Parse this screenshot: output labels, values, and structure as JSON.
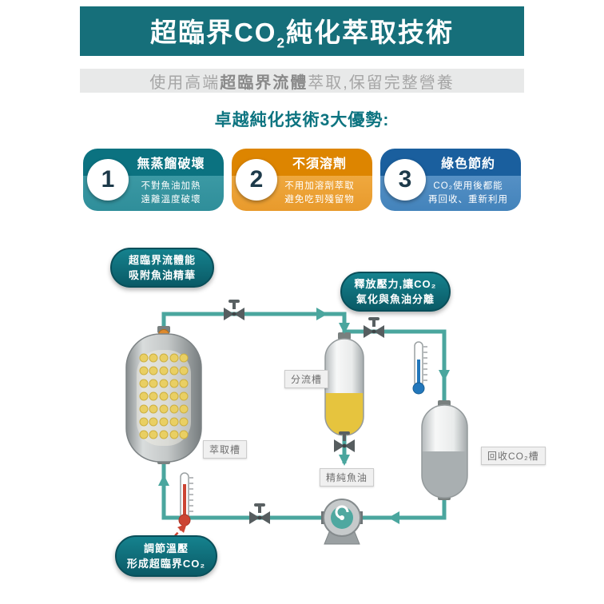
{
  "header": {
    "title_pre": "超臨界CO",
    "title_sub": "2",
    "title_post": "純化萃取技術"
  },
  "subtitle": {
    "lead": "使用高端",
    "em": "超臨界流體",
    "tail": "萃取,保留完整營養"
  },
  "section": {
    "title": "卓越純化技術3大優勢:"
  },
  "advantages": [
    {
      "number": "1",
      "title": "無蒸餾破壞",
      "line1": "不對魚油加熱",
      "line2": "遠離溫度破壞"
    },
    {
      "number": "2",
      "title": "不須溶劑",
      "line1": "不用加溶劑萃取",
      "line2": "避免吃到殘留物"
    },
    {
      "number": "3",
      "title": "綠色節約",
      "line1": "CO₂使用後都能",
      "line2": "再回收、重新利用"
    }
  ],
  "diagram": {
    "callout_absorb": {
      "line1": "超臨界流體能",
      "line2": "吸附魚油精華"
    },
    "callout_release": {
      "line1": "釋放壓力,讓CO₂",
      "line2": "氣化與魚油分離"
    },
    "callout_adjust": {
      "line1": "調節溫壓",
      "line2": "形成超臨界CO₂"
    },
    "labels": {
      "extraction_tank": "萃取槽",
      "split_tank": "分流槽",
      "pure_fish_oil": "精純魚油",
      "recovery_tank": "回收CO₂槽"
    }
  },
  "colors": {
    "header_teal": "#166f7a",
    "subtitle_bg": "#e8e9e9",
    "accent_teal": "#0d7480",
    "card1_header": "#0b7280",
    "card1_body": "#3b99a4",
    "card2_header": "#dd8500",
    "card2_body": "#eea63c",
    "card3_header": "#1a5f9e",
    "card3_body": "#5590c5",
    "pipe_teal": "#4aa69e",
    "oil_yellow": "#e6c43e",
    "thermo_red": "#cc4433",
    "thermo_blue": "#2277bb"
  }
}
